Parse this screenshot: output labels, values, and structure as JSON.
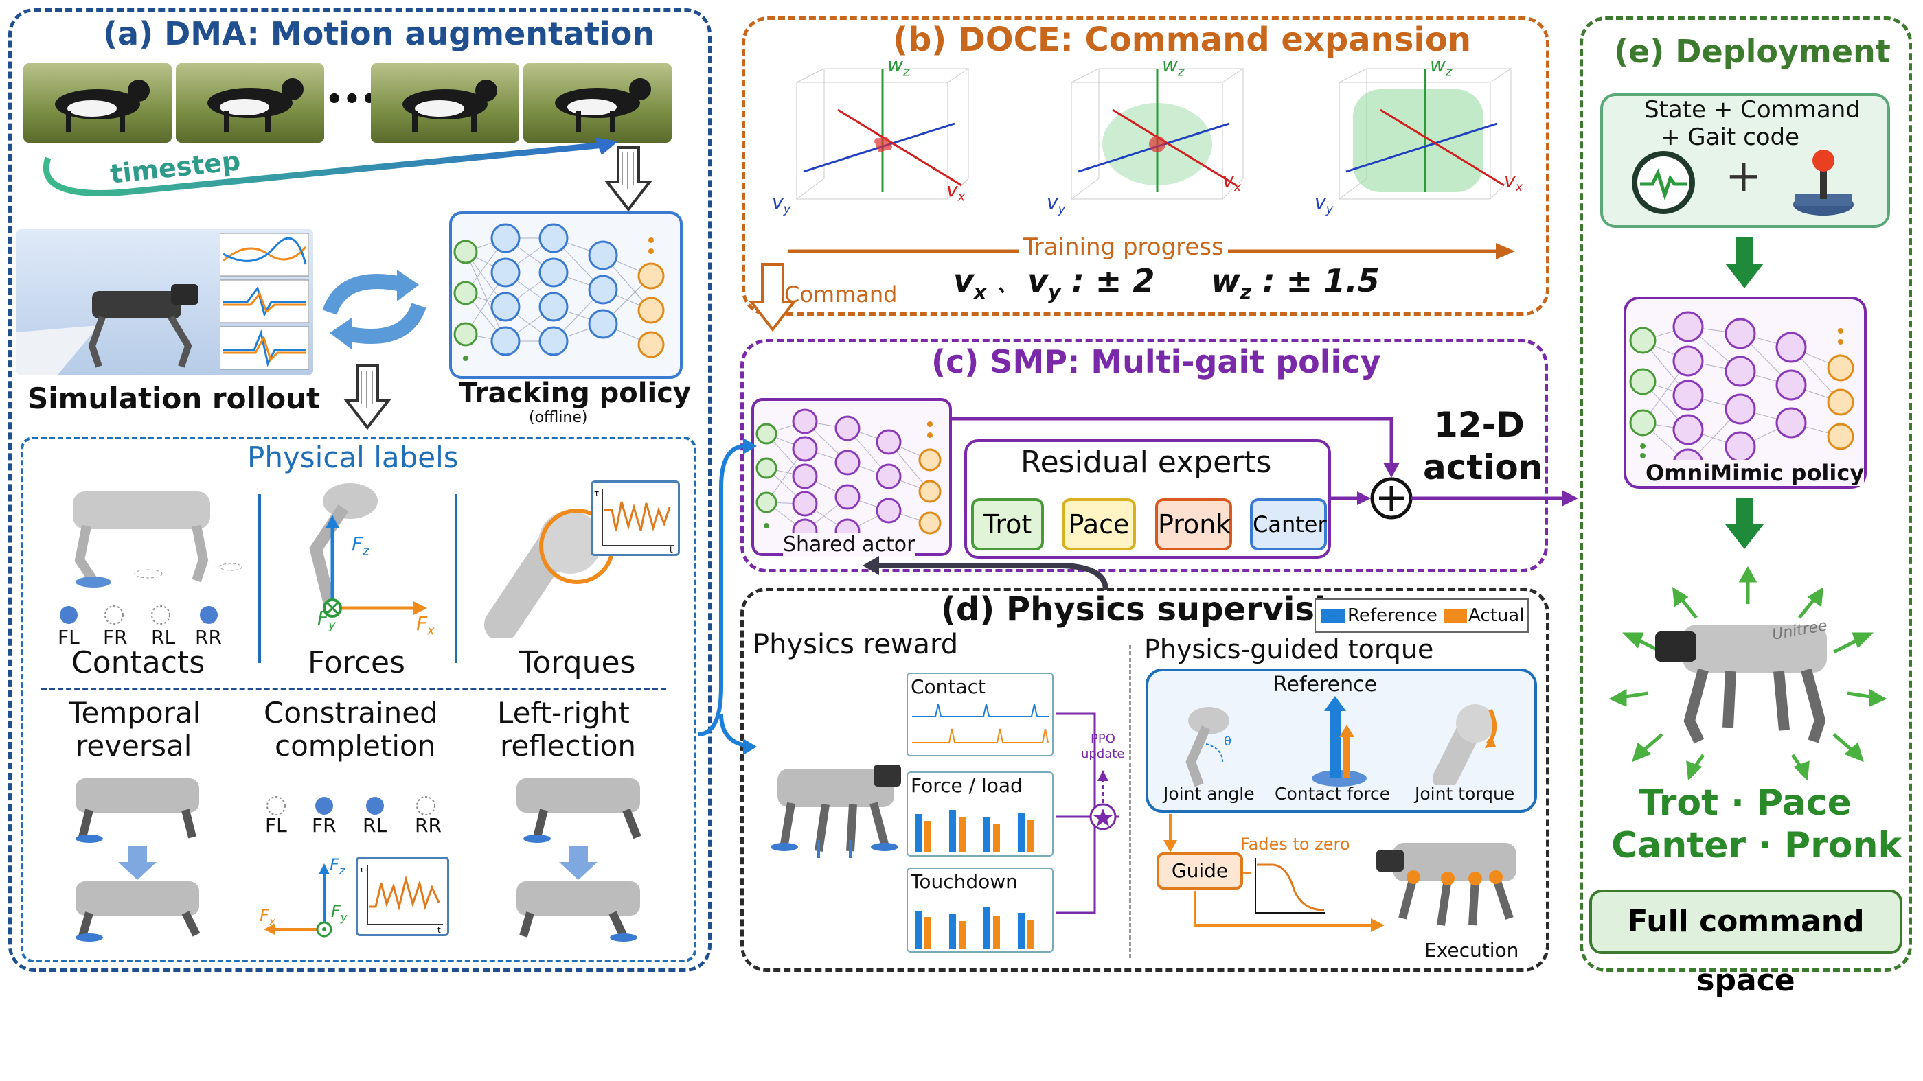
{
  "colors": {
    "dma": "#1f4f8f",
    "doce": "#c8671b",
    "smp": "#7a2aa8",
    "physics": "#2b2b2b",
    "deploy": "#3c7a2e",
    "reference": "#1e7fd8",
    "actual": "#f08a1a"
  },
  "dma": {
    "title": "(a) DMA: Motion augmentation",
    "timestep": "timestep",
    "ellipsis": "•••",
    "sim_rollout": "Simulation rollout",
    "tracking_policy": "Tracking policy",
    "offline": "(offline)",
    "physical_labels": "Physical labels",
    "contacts": "Contacts",
    "forces": "Forces",
    "torques": "Torques",
    "feet": [
      "FL",
      "FR",
      "RL",
      "RR"
    ],
    "fz": "F",
    "fz_sub": "z",
    "fy_sub": "y",
    "fx_sub": "x",
    "tau": "τ",
    "t": "t",
    "temporal_reversal_1": "Temporal",
    "temporal_reversal_2": "reversal",
    "constrained_1": "Constrained",
    "constrained_2": "completion",
    "reflection_1": "Left-right",
    "reflection_2": "reflection"
  },
  "doce": {
    "title": "(b) DOCE: Command expansion",
    "axis_wz": "w",
    "axis_wz_sub": "z",
    "axis_vx": "v",
    "axis_vx_sub": "x",
    "axis_vy": "v",
    "axis_vy_sub": "y",
    "training_progress": "Training progress",
    "command": "Command",
    "range_vx": "v",
    "range_vx_sub": "x",
    "range_sep": "、",
    "range_vy": "v",
    "range_vy_sub": "y",
    "range_v_val": ": ± 2",
    "range_wz": "w",
    "range_wz_sub": "z",
    "range_w_val": ": ± 1.5"
  },
  "smp": {
    "title": "(c) SMP: Multi-gait policy",
    "shared_actor": "Shared actor",
    "residual_experts": "Residual experts",
    "experts": [
      "Trot",
      "Pace",
      "Pronk",
      "Canter"
    ],
    "action_1": "12-D",
    "action_2": "action"
  },
  "physics": {
    "title": "(d) Physics supervision",
    "legend_reference": "Reference",
    "legend_actual": "Actual",
    "physics_reward": "Physics reward",
    "contact": "Contact",
    "force_load": "Force / load",
    "touchdown": "Touchdown",
    "ppo_1": "PPO",
    "ppo_2": "update",
    "guided_torque": "Physics-guided torque",
    "reference": "Reference",
    "joint_angle": "Joint angle",
    "contact_force": "Contact force",
    "joint_torque": "Joint torque",
    "theta": "θ",
    "guide": "Guide",
    "fades": "Fades to zero",
    "execution": "Execution"
  },
  "deploy": {
    "title": "(e) Deployment",
    "input_1": "State + Command",
    "input_2": "+ Gait code",
    "plus": "+",
    "policy": "OmniMimic policy",
    "gaits_1": "Trot · Pace",
    "gaits_2": "Canter · Pronk",
    "full_space": "Full command space",
    "robot_brand": "Unitree"
  }
}
